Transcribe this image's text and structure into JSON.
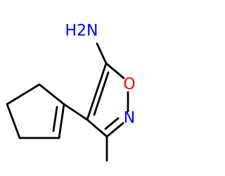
{
  "molecule": {
    "labels": {
      "amine": "H2N",
      "oxygen": "O",
      "nitrogen": "N"
    },
    "colors": {
      "bond": "#000000",
      "amine": "#0000ff",
      "oxygen": "#ff0000",
      "nitrogen": "#0000ff"
    }
  }
}
